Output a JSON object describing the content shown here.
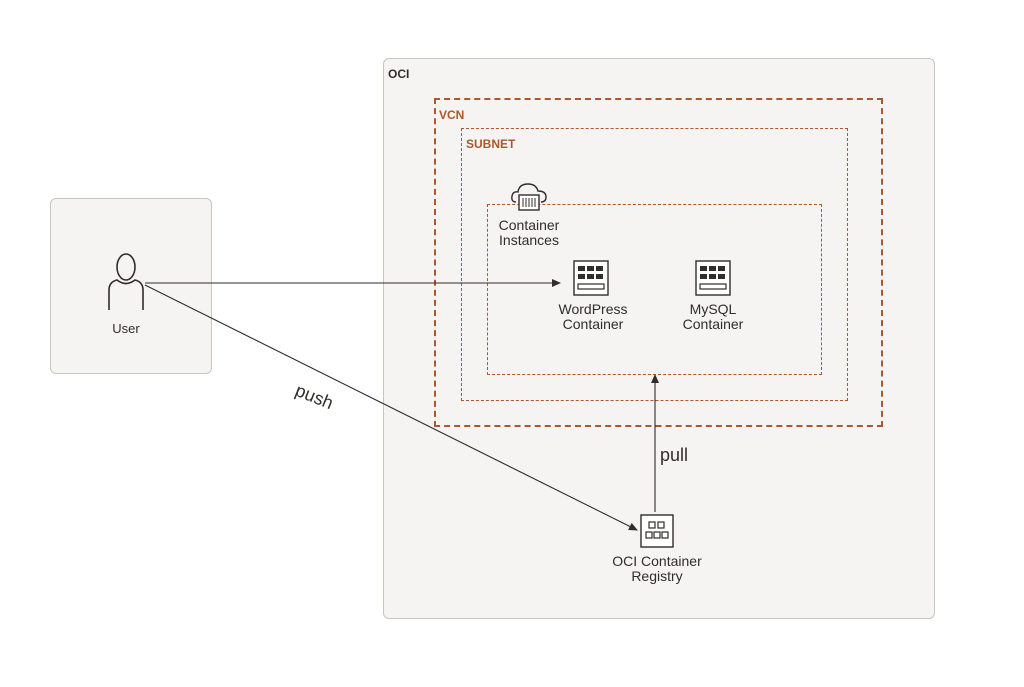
{
  "groups": {
    "oci": "OCI",
    "vcn": "VCN",
    "subnet": "SUBNET"
  },
  "nodes": {
    "user": "User",
    "container_instances_line1": "Container",
    "container_instances_line2": "Instances",
    "wordpress_line1": "WordPress",
    "wordpress_line2": "Container",
    "mysql_line1": "MySQL",
    "mysql_line2": "Container",
    "registry_line1": "OCI Container",
    "registry_line2": "Registry"
  },
  "edges": {
    "push": "push",
    "pull": "pull"
  },
  "colors": {
    "network_border": "#ae562c",
    "icon_stroke": "#312d2a",
    "panel_fill": "#f5f4f2"
  }
}
